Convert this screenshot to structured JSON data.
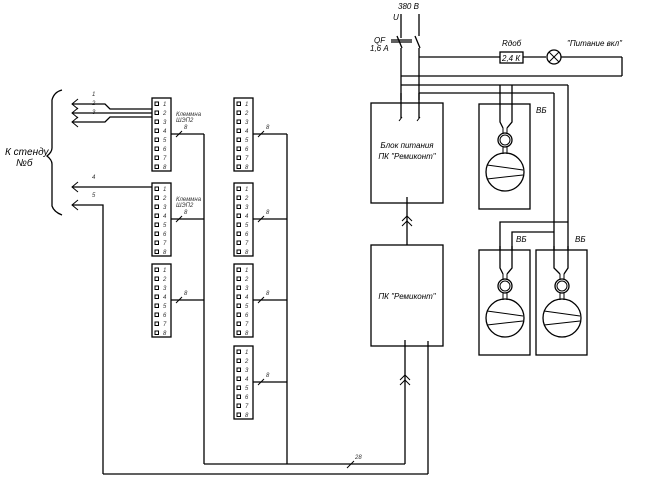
{
  "supply": {
    "voltage_label": "380 В",
    "phase_label": "U",
    "breaker_name": "QF",
    "breaker_rating": "1,6 А"
  },
  "indicator": {
    "resistor_name": "Rдоб",
    "resistor_value": "2,4 К",
    "lamp_label": "\"Питание вкл\""
  },
  "blocks": {
    "power_supply": [
      "Блок питания",
      "ПК \"Ремиконт\""
    ],
    "controller": "ПК \"Ремиконт\""
  },
  "valves": [
    {
      "label": "ВБ"
    },
    {
      "label": "ВБ"
    },
    {
      "label": "ВБ"
    }
  ],
  "stand": {
    "label_line1": "К стенду",
    "label_line2": "№б"
  },
  "stand_wires": [
    "1",
    "2",
    "3",
    "4",
    "5"
  ],
  "terminal_blocks": [
    {
      "id": "tb1",
      "caption": [
        "Клеммна",
        "ШЭП2"
      ],
      "bundle": "8",
      "pins": [
        "1",
        "2",
        "3",
        "4",
        "5",
        "6",
        "7",
        "8"
      ]
    },
    {
      "id": "tb2",
      "caption": [
        "Клеммна",
        "ШЭП2"
      ],
      "bundle": "8",
      "pins": [
        "1",
        "2",
        "3",
        "4",
        "5",
        "6",
        "7",
        "8"
      ]
    },
    {
      "id": "tb3",
      "caption": [],
      "bundle": "8",
      "pins": [
        "1",
        "2",
        "3",
        "4",
        "5",
        "6",
        "7",
        "8"
      ]
    },
    {
      "id": "tb4",
      "caption": [],
      "bundle": "8",
      "pins": [
        "1",
        "2",
        "3",
        "4",
        "5",
        "6",
        "7",
        "8"
      ]
    },
    {
      "id": "tb5",
      "caption": [],
      "bundle": "8",
      "pins": [
        "1",
        "2",
        "3",
        "4",
        "5",
        "6",
        "7",
        "8"
      ]
    },
    {
      "id": "tb6",
      "caption": [],
      "bundle": "8",
      "pins": [
        "1",
        "2",
        "3",
        "4",
        "5",
        "6",
        "7",
        "8"
      ]
    },
    {
      "id": "tb7",
      "caption": [],
      "bundle": "8",
      "pins": [
        "1",
        "2",
        "3",
        "4",
        "5",
        "6",
        "7",
        "8"
      ]
    }
  ],
  "main_bundle": "28"
}
